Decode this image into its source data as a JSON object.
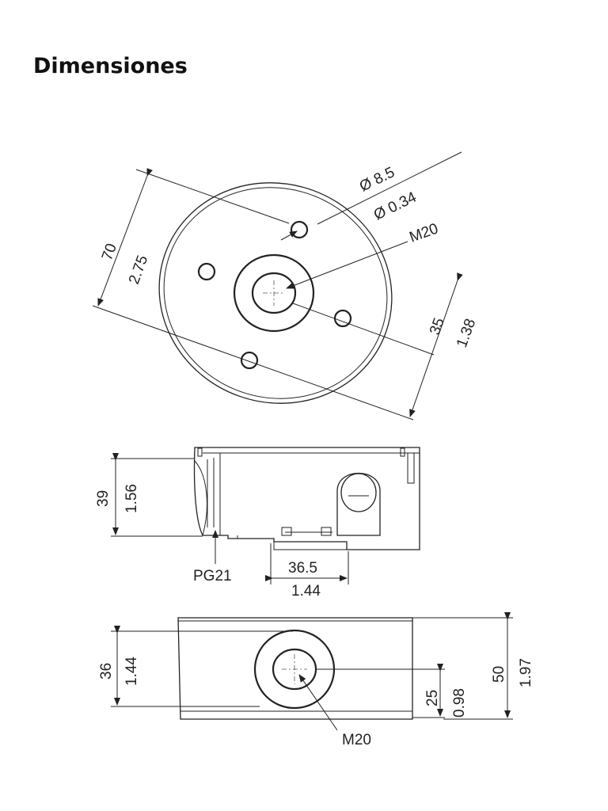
{
  "page": {
    "title": "Dimensiones"
  },
  "top_view": {
    "hole_diameter_mm": "Ø 8.5",
    "hole_diameter_in": "Ø 0.34",
    "thread": "M20",
    "diameter_mm": "70",
    "diameter_in": "2.75",
    "radius_mm": "35",
    "radius_in": "1.38"
  },
  "side_view": {
    "height_mm": "39",
    "height_in": "1.56",
    "fitting": "PG21",
    "base_width_mm": "36.5",
    "base_width_in": "1.44"
  },
  "front_view": {
    "inner_height_mm": "36",
    "inner_height_in": "1.44",
    "thread": "M20",
    "center_height_mm": "25",
    "center_height_in": "0.98",
    "total_height_mm": "50",
    "total_height_in": "1.97"
  },
  "colors": {
    "line": "#222222",
    "background": "#ffffff"
  }
}
